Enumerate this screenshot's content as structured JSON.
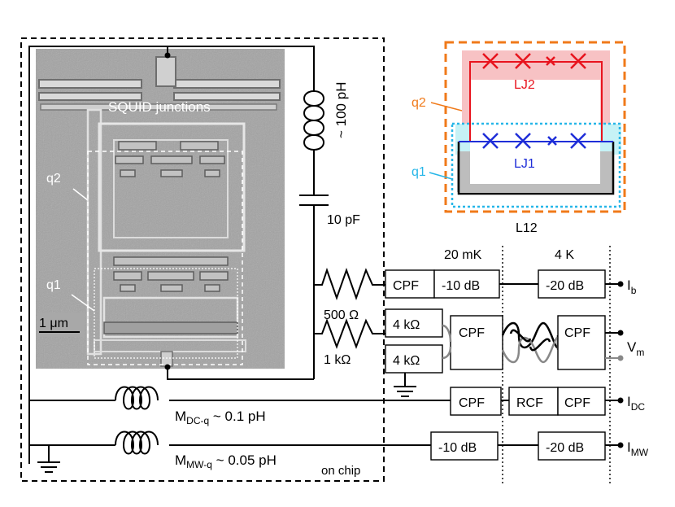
{
  "sem": {
    "scale_label": "1 μm",
    "junctions_label": "SQUID junctions",
    "q2_label": "q2",
    "q1_label": "q1"
  },
  "circuit": {
    "inductor_label": "~ 100 pH",
    "capacitor_label": "10 pF",
    "resistor_500_label": "500 Ω",
    "resistor_1k_label": "1 kΩ",
    "mdc_label_main": "M",
    "mdc_label_sub": "DC-q",
    "mdc_label_tail": " ~ 0.1 pH",
    "mmw_label_main": "M",
    "mmw_label_sub": "MW-q",
    "mmw_label_tail": " ~ 0.05 pH",
    "on_chip_label": "on chip"
  },
  "filters": {
    "temp_20mk": "20 mK",
    "temp_4k": "4 K",
    "cpf": "CPF",
    "rcf": "RCF",
    "att_10": "-10 dB",
    "att_20": "-20 dB",
    "res_4k": "4 kΩ"
  },
  "outputs": {
    "ib_main": "I",
    "ib_sub": "b",
    "vm_main": "V",
    "vm_sub": "m",
    "idc_main": "I",
    "idc_sub": "DC",
    "imw_main": "I",
    "imw_sub": "MW"
  },
  "schematic": {
    "q2_label": "q2",
    "q1_label": "q1",
    "lj2_label": "LJ2",
    "lj1_label": "LJ1",
    "l12_label": "L12"
  },
  "colors": {
    "orange": "#f07a1a",
    "cyan": "#26b6e8",
    "red": "#e8141e",
    "blue": "#1f2ed8",
    "pink": "#f7c2c4",
    "lightcyan": "#c6f2f6",
    "gray": "#bdbdbd"
  }
}
